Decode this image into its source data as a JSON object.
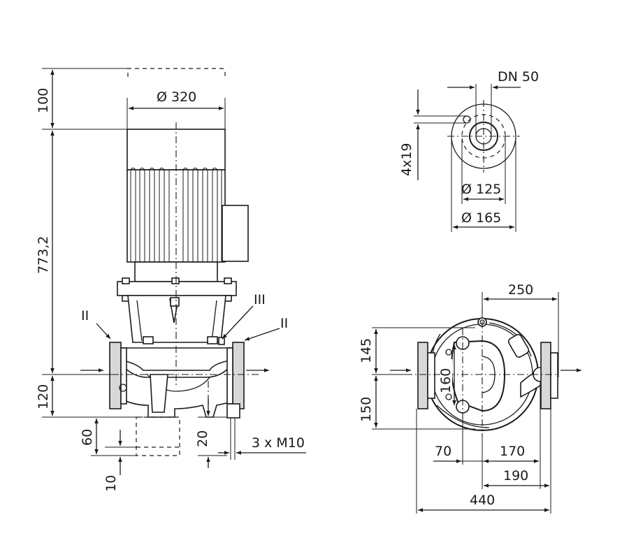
{
  "front_view": {
    "dim_motor_diameter": "Ø 320",
    "dim_removal_height": "100",
    "dim_overall_height": "773,2",
    "dim_center_to_base": "120",
    "dim_foot_height": "60",
    "dim_foot_offset": "10",
    "dim_anchor_height": "20",
    "label_anchor_bolts": "3 x M10",
    "label_flange_left": "II",
    "label_flange_right": "II",
    "label_vent": "III"
  },
  "flange_view": {
    "label_nominal": "DN 50",
    "label_bolt_holes": "4x19",
    "dim_bolt_circle": "Ø 125",
    "dim_flange_diameter": "Ø 165"
  },
  "plan_view": {
    "dim_center_offset": "250",
    "dim_upper": "145",
    "dim_lower": "150",
    "dim_foot_spacing": "160",
    "dim_left": "70",
    "dim_right_a": "170",
    "dim_right_b": "190",
    "dim_overall_length": "440"
  }
}
